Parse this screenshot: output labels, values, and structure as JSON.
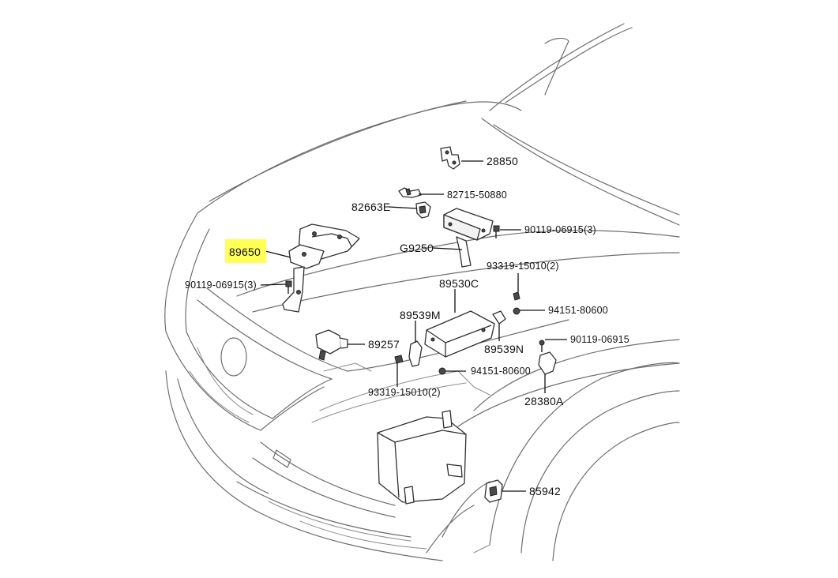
{
  "diagram": {
    "highlight_color": "#ffff55",
    "labels": {
      "p28850": "28850",
      "p82715": "82715-50880",
      "p82663e": "82663E",
      "p90119_a": "90119-06915(3)",
      "pg9250": "G9250",
      "p89650": "89650",
      "p90119_b": "90119-06915(3)",
      "p93319_a": "93319-15010(2)",
      "p89530c": "89530C",
      "p94151_a": "94151-80600",
      "p89539m": "89539M",
      "p90119_c": "90119-06915",
      "p89539n": "89539N",
      "p89257": "89257",
      "p94151_b": "94151-80600",
      "p93319_b": "93319-15010(2)",
      "p28380a": "28380A",
      "p85942": "85942"
    }
  }
}
